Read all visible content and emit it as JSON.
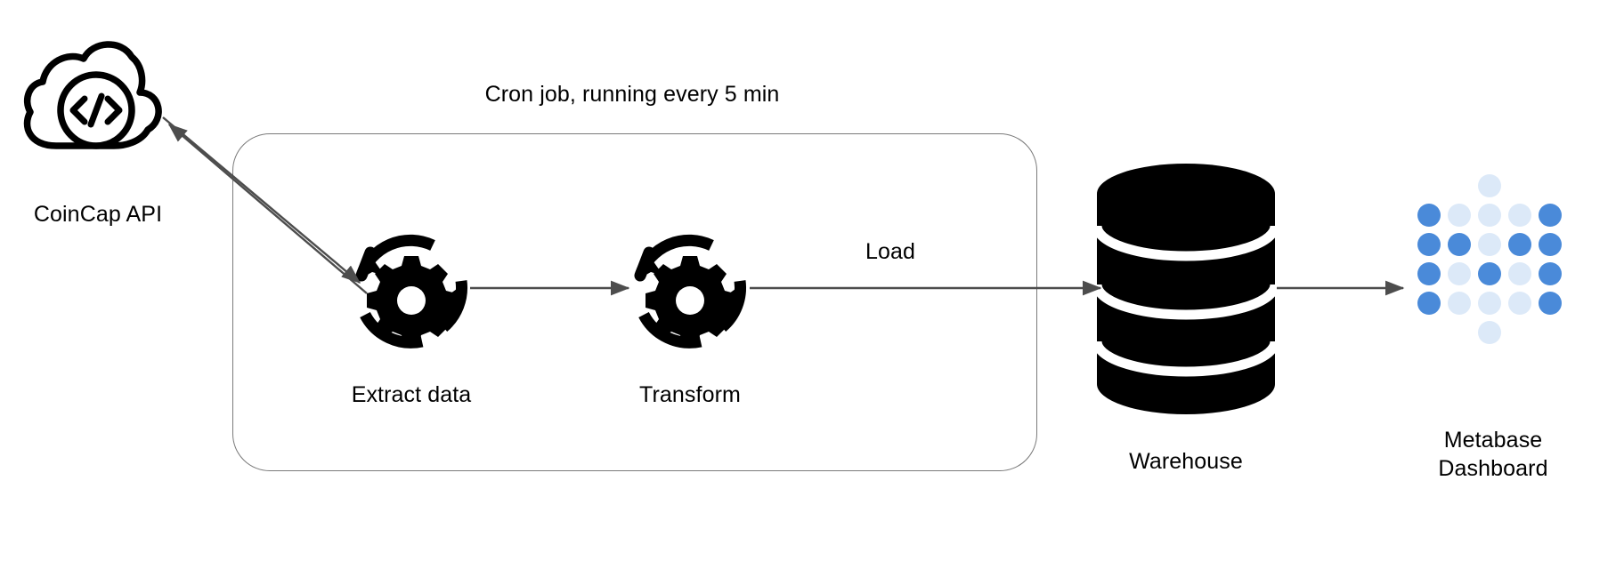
{
  "diagram": {
    "title_text": "Cron job, running every 5 min",
    "nodes": {
      "source": {
        "label": "CoinCap API",
        "icon": "cloud-code-icon"
      },
      "extract": {
        "label": "Extract data",
        "icon": "gear-refresh-icon"
      },
      "transform": {
        "label": "Transform",
        "icon": "gear-refresh-icon"
      },
      "warehouse": {
        "label": "Warehouse",
        "icon": "database-cylinder-icon"
      },
      "dashboard": {
        "label": "Metabase\nDashboard",
        "icon": "metabase-dots-icon"
      }
    },
    "edges": [
      {
        "name": "api-to-extract",
        "label": ""
      },
      {
        "name": "extract-to-api",
        "label": ""
      },
      {
        "name": "extract-to-transform",
        "label": ""
      },
      {
        "name": "transform-to-warehouse",
        "label": "Load"
      },
      {
        "name": "warehouse-to-dashboard",
        "label": ""
      }
    ],
    "edge_labels": {
      "load": "Load"
    },
    "colors": {
      "stroke": "#4d4d4d",
      "container_border": "#7a7a7a",
      "icon_black": "#000000",
      "metabase_dark_blue": "#4a8ad9",
      "metabase_light_blue": "#dce9f8",
      "background": "#ffffff",
      "text": "#000000"
    },
    "metabase_logo": {
      "columns": 5,
      "rows": 6,
      "pattern": [
        [
          0,
          0,
          1,
          0,
          0
        ],
        [
          2,
          1,
          1,
          1,
          2
        ],
        [
          2,
          2,
          1,
          2,
          2
        ],
        [
          2,
          1,
          2,
          1,
          2
        ],
        [
          2,
          1,
          1,
          1,
          2
        ],
        [
          0,
          0,
          1,
          0,
          0
        ]
      ]
    }
  }
}
